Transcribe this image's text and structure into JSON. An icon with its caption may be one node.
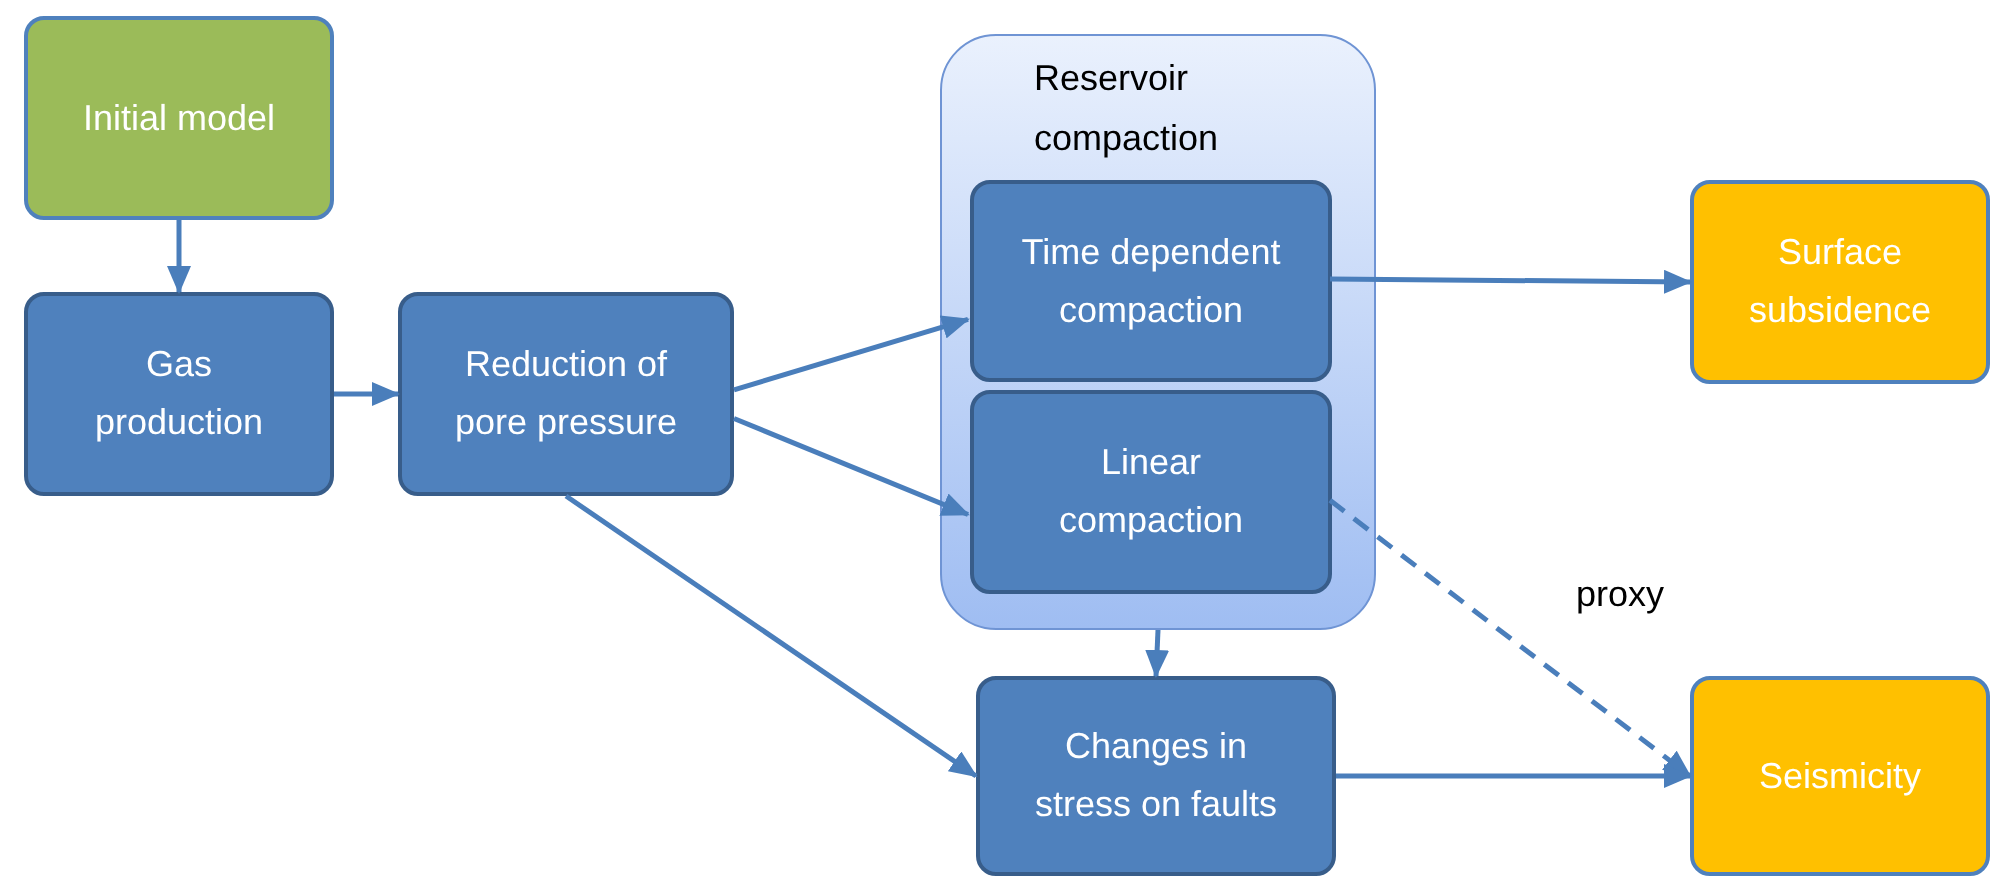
{
  "diagram": {
    "nodes": [
      {
        "text": [
          "Initial model"
        ]
      },
      {
        "text": [
          "Gas production"
        ]
      },
      {
        "text": [
          "Reduction of pore pressure"
        ]
      },
      {
        "text": [
          "Reservoir compaction"
        ]
      },
      {
        "text": [
          "Time dependent compaction"
        ],
        "in": 3
      },
      {
        "text": [
          "Linear compaction"
        ],
        "in": 3
      },
      {
        "text": [
          "Surface subsidence"
        ]
      },
      {
        "text": [
          "Changes in stress on faults"
        ]
      },
      {
        "text": [
          "Seismicity"
        ]
      }
    ],
    "edges": [
      {
        "from": 0,
        "to": 1,
        "arrow": "to"
      },
      {
        "from": 1,
        "to": 2,
        "arrow": "to"
      },
      {
        "from": 2,
        "to": 4,
        "arrow": "to"
      },
      {
        "from": 2,
        "to": 5,
        "arrow": "to"
      },
      {
        "from": 2,
        "to": 7,
        "arrow": "to"
      },
      {
        "from": 4,
        "to": 6,
        "arrow": "to"
      },
      {
        "from": 3,
        "to": 7,
        "arrow": "to"
      },
      {
        "from": 5,
        "to": 8,
        "arrow": "to",
        "style": "dashed",
        "label": "proxy"
      },
      {
        "from": 7,
        "to": 8,
        "arrow": "to"
      }
    ]
  }
}
